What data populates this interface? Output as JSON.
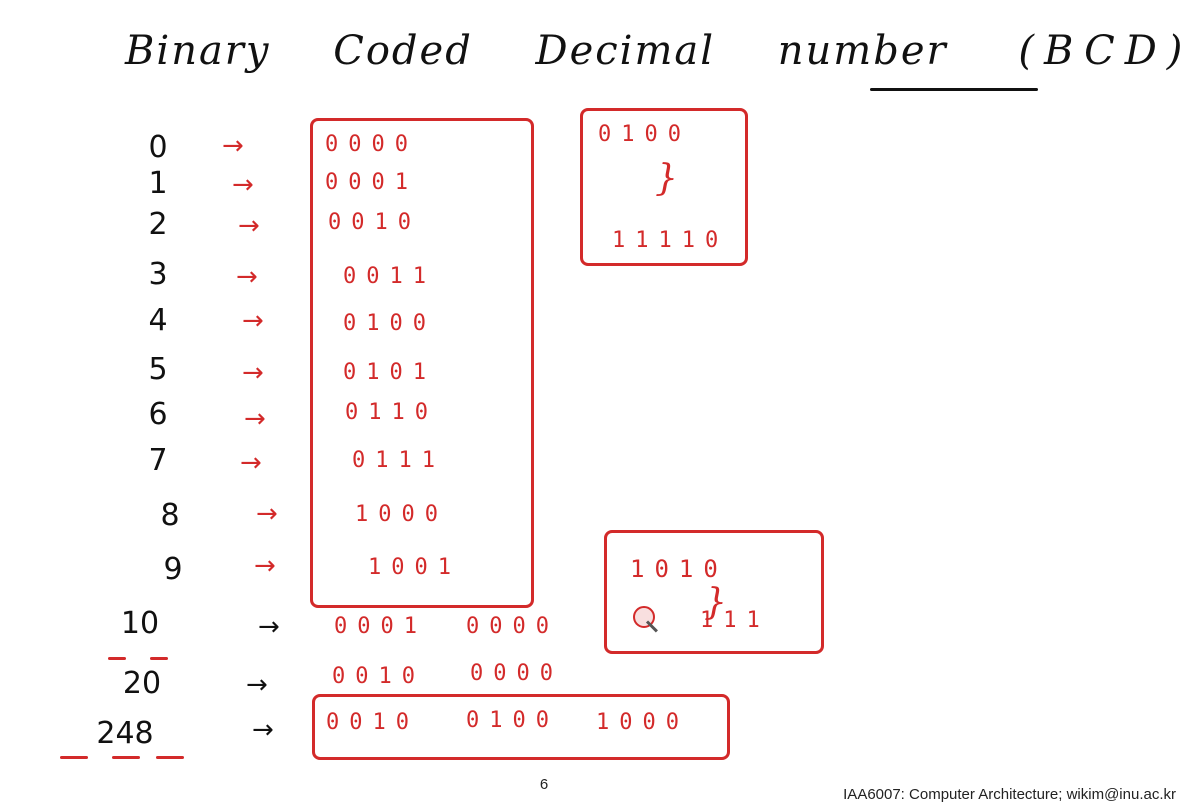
{
  "title": {
    "words": [
      "Binary",
      "Coded",
      "Decimal",
      "number"
    ],
    "abbr": "(BCD)"
  },
  "table": {
    "rows": [
      {
        "decimal": "0",
        "code": "0000"
      },
      {
        "decimal": "1",
        "code": "0001"
      },
      {
        "decimal": "2",
        "code": "0010"
      },
      {
        "decimal": "3",
        "code": "0011"
      },
      {
        "decimal": "4",
        "code": "0100"
      },
      {
        "decimal": "5",
        "code": "0101"
      },
      {
        "decimal": "6",
        "code": "0110"
      },
      {
        "decimal": "7",
        "code": "0111"
      },
      {
        "decimal": "8",
        "code": "1000"
      },
      {
        "decimal": "9",
        "code": "1001"
      }
    ]
  },
  "multi_digit": [
    {
      "decimal": "10",
      "codes": [
        "0001",
        "0000"
      ]
    },
    {
      "decimal": "20",
      "codes": [
        "0010",
        "0000"
      ]
    },
    {
      "decimal": "248",
      "codes": [
        "0010",
        "0100",
        "1000"
      ]
    }
  ],
  "unused_boxes": [
    {
      "first": "0100",
      "last": "11110",
      "ellipsis": "}"
    },
    {
      "first": "1010",
      "last": "111",
      "ellipsis": "}"
    }
  ],
  "arrow_glyph": "→",
  "footer": {
    "page_number": "6",
    "credit": "IAA6007: Computer Architecture; wikim@inu.ac.kr"
  },
  "colors": {
    "ink": "#111111",
    "annotation": "#d32a2a",
    "background": "#ffffff"
  }
}
